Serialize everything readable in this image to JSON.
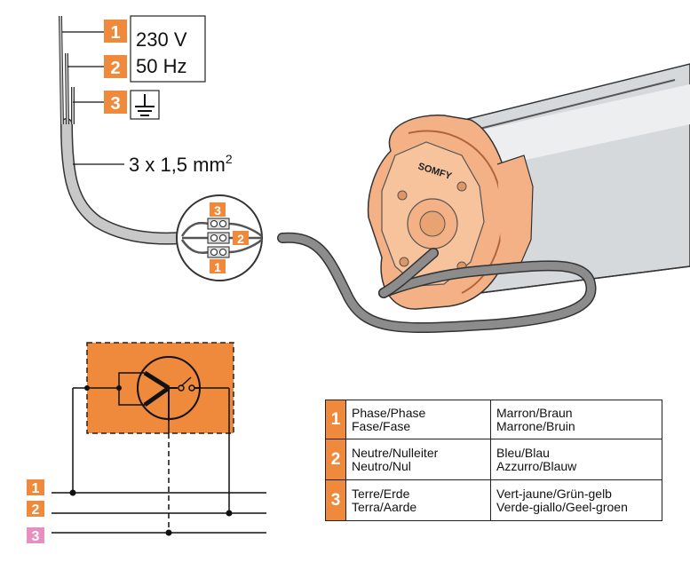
{
  "colors": {
    "accent_orange": "#ef8a3c",
    "motor_orange": "#f4b185",
    "cable_gray": "#9a9a9a",
    "pink_badge": "#e88fc0"
  },
  "supply": {
    "badges": [
      "1",
      "2",
      "3"
    ],
    "voltage": "230 V",
    "frequency": "50 Hz",
    "earth_icon": "earth-ground-icon",
    "cable_spec": "3 x 1,5 mm",
    "cable_spec_sup": "2"
  },
  "junction": {
    "badges": [
      "3",
      "2",
      "1"
    ]
  },
  "motor": {
    "brand": "SOMFY"
  },
  "schematic": {
    "badges": [
      "1",
      "2",
      "3"
    ]
  },
  "legend": {
    "rows": [
      {
        "num": "1",
        "names": [
          "Phase/Phase",
          "Fase/Fase"
        ],
        "colors": [
          "Marron/Braun",
          "Marrone/Bruin"
        ]
      },
      {
        "num": "2",
        "names": [
          "Neutre/Nulleiter",
          "Neutro/Nul"
        ],
        "colors": [
          "Bleu/Blau",
          "Azzurro/Blauw"
        ]
      },
      {
        "num": "3",
        "names": [
          "Terre/Erde",
          "Terra/Aarde"
        ],
        "colors": [
          "Vert-jaune/Grün-gelb",
          "Verde-giallo/Geel-groen"
        ]
      }
    ]
  }
}
